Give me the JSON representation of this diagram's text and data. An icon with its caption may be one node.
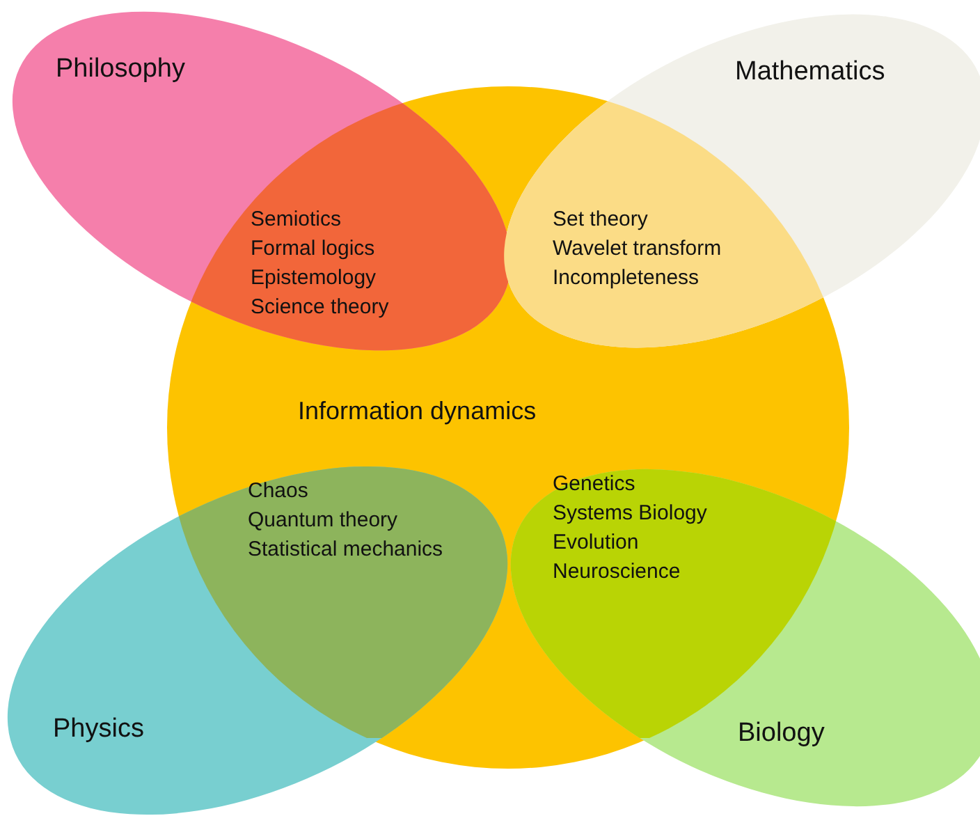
{
  "diagram": {
    "nodes": [
      {
        "text": [
          "Information dynamics"
        ]
      },
      {
        "text": [
          "Philosophy"
        ]
      },
      {
        "text": [
          "Mathematics"
        ]
      },
      {
        "text": [
          "Physics"
        ]
      },
      {
        "text": [
          "Biology"
        ]
      },
      {
        "text": [
          "Semiotics",
          "Formal logics",
          "Epistemology",
          "Science theory"
        ]
      },
      {
        "text": [
          "Set theory",
          "Wavelet transform",
          "Incompleteness"
        ]
      },
      {
        "text": [
          "Chaos",
          "Quantum theory",
          "Statistical mechanics"
        ]
      },
      {
        "text": [
          "Genetics",
          "Systems Biology",
          "Evolution",
          "Neuroscience"
        ]
      }
    ],
    "edges": []
  }
}
